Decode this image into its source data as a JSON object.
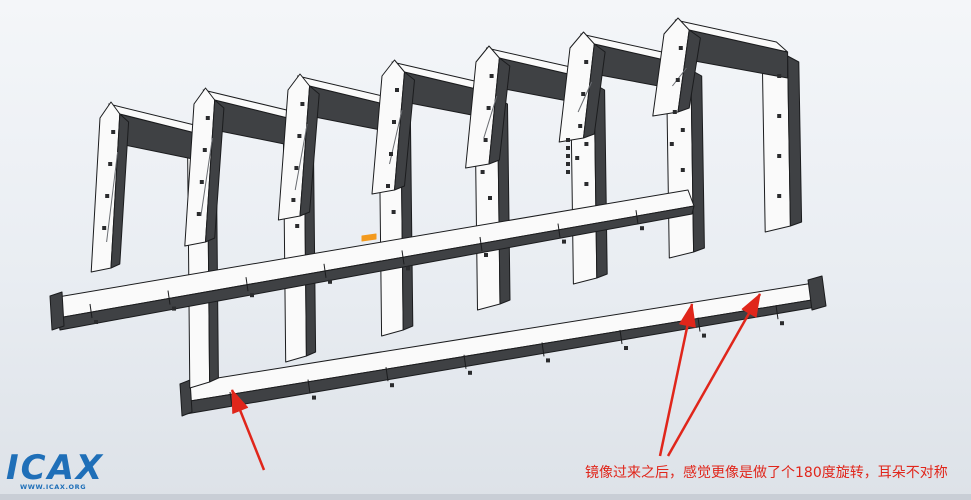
{
  "annotation": {
    "text": "镜像过来之后，感觉更像是做了个180度旋转，耳朵不对称",
    "color": "#e0261b"
  },
  "logo": {
    "text": "ICAX",
    "url": "WWW.ICAX.ORG",
    "color": "#1f6fb8"
  },
  "model": {
    "frame_count": 7,
    "arrow_count": 3,
    "steel_color": "#3f4144",
    "face_color": "#fafafa",
    "highlight_color": "#f39a1e",
    "arrow_color": "#e0261b"
  }
}
